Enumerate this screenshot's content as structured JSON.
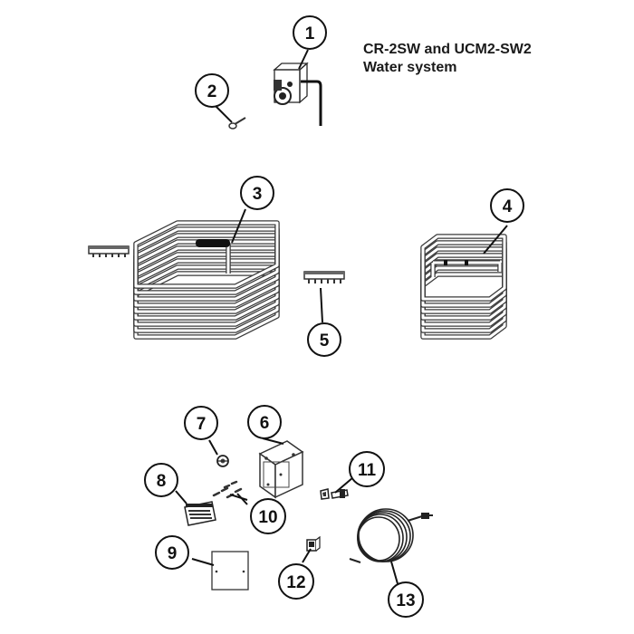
{
  "title": {
    "line1": "CR-2SW and UCM2-SW2",
    "line2": "Water system"
  },
  "callouts": [
    "1",
    "2",
    "3",
    "4",
    "5",
    "6",
    "7",
    "8",
    "9",
    "10",
    "11",
    "12",
    "13"
  ],
  "colors": {
    "line": "#2a2a2a",
    "background": "#ffffff"
  }
}
